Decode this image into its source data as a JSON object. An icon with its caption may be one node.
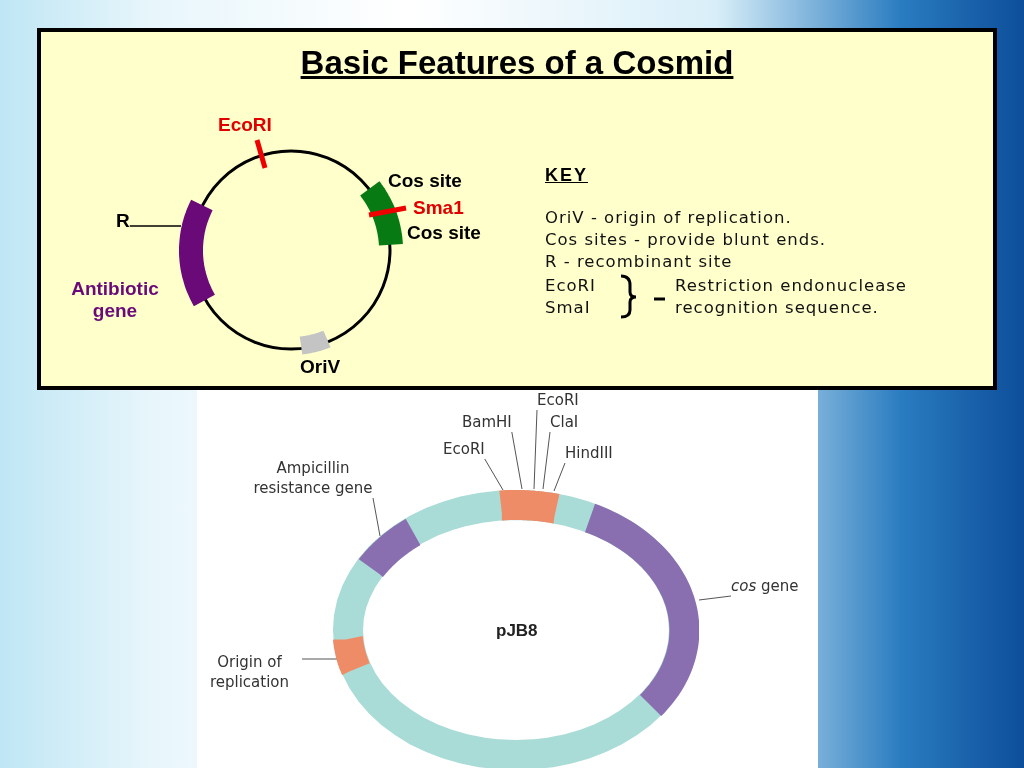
{
  "diagram": {
    "title": "Basic Features of a Cosmid",
    "nodes": [
      {
        "text": [
          "R"
        ]
      },
      {
        "text": [],
        "shape": "bar"
      },
      {
        "text": [
          "Ampicillin resistance gene"
        ]
      },
      {
        "text": [],
        "shape": "bar"
      },
      {
        "text": [
          "EcoRI"
        ]
      },
      {
        "text": [
          "BamHI"
        ]
      },
      {
        "text": [
          "EcoRI"
        ]
      },
      {
        "text": [
          "ClaI"
        ]
      },
      {
        "text": [
          "HindIII"
        ]
      },
      {
        "text": [
          "*cos* gene"
        ]
      },
      {
        "text": [],
        "shape": "bar"
      },
      {
        "text": [
          "Origin of replication"
        ]
      },
      {
        "text": [],
        "shape": "bar"
      },
      {
        "text": [],
        "shape": "bar"
      }
    ],
    "edges": [
      {
        "from": 0,
        "to": 1,
        "arrow": "none"
      },
      {
        "from": 2,
        "to": 3,
        "arrow": "none"
      },
      {
        "from": 4,
        "to": 13,
        "arrow": "none"
      },
      {
        "from": 5,
        "to": 13,
        "arrow": "none"
      },
      {
        "from": 6,
        "to": 13,
        "arrow": "none"
      },
      {
        "from": 7,
        "to": 13,
        "arrow": "none"
      },
      {
        "from": 8,
        "to": 13,
        "arrow": "none"
      },
      {
        "from": 9,
        "to": 10,
        "arrow": "none"
      },
      {
        "from": 11,
        "to": 12,
        "arrow": "none"
      }
    ],
    "labels": [
      "EcoRI",
      "Cos site",
      "Sma1",
      "Cos site",
      "Antibiotic gene",
      "OriV",
      "KEY",
      "OriV - origin of replication.",
      "Cos sites - provide blunt ends.",
      "R - recombinant site",
      "EcoRI",
      "SmaI",
      "Restriction endonuclease recognition sequence.",
      "pJB8"
    ]
  }
}
